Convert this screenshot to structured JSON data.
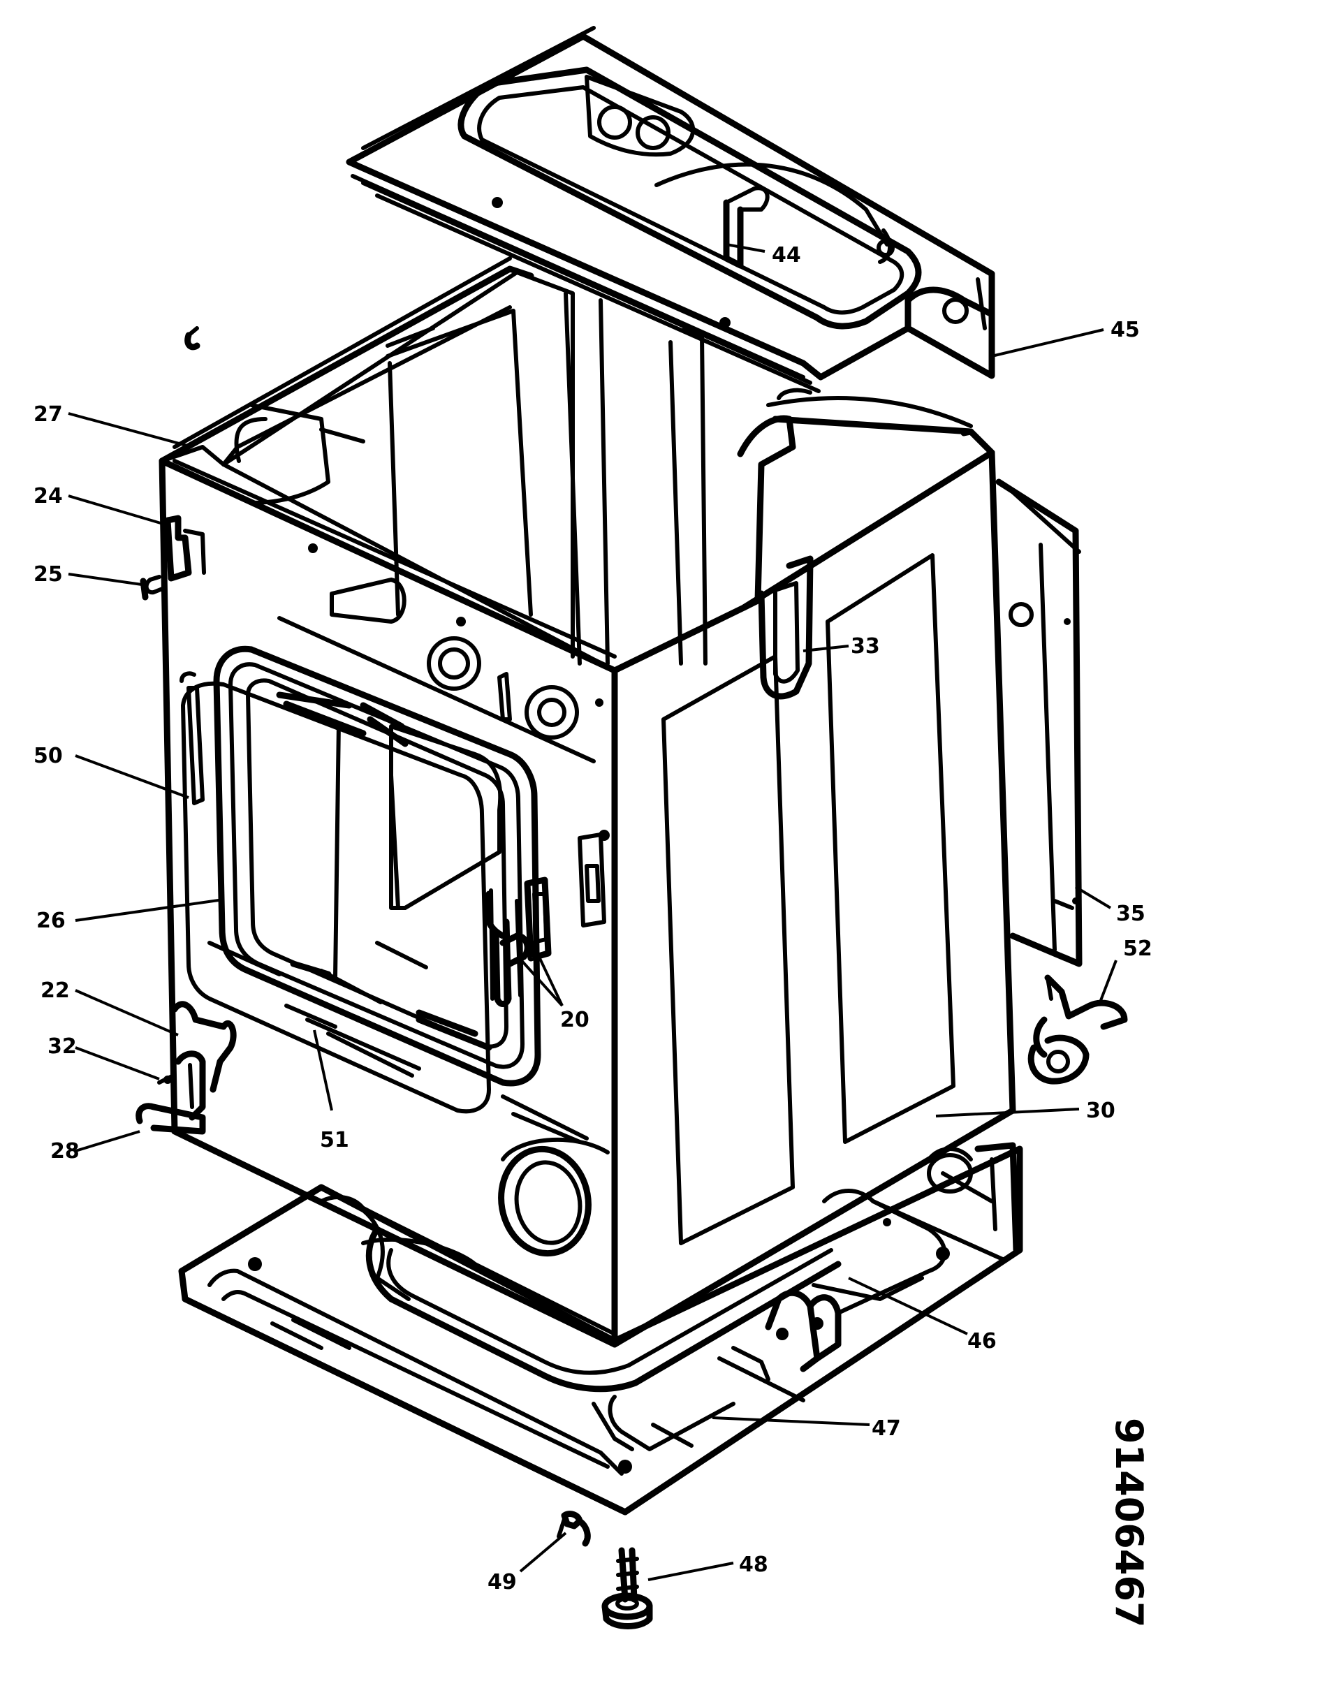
{
  "callouts": [
    {
      "id": "27",
      "label": "27"
    },
    {
      "id": "24",
      "label": "24"
    },
    {
      "id": "25",
      "label": "25"
    },
    {
      "id": "50",
      "label": "50"
    },
    {
      "id": "26",
      "label": "26"
    },
    {
      "id": "22",
      "label": "22"
    },
    {
      "id": "32",
      "label": "32"
    },
    {
      "id": "28",
      "label": "28"
    },
    {
      "id": "51",
      "label": "51"
    },
    {
      "id": "44",
      "label": "44"
    },
    {
      "id": "45",
      "label": "45"
    },
    {
      "id": "33",
      "label": "33"
    },
    {
      "id": "35",
      "label": "35"
    },
    {
      "id": "52",
      "label": "52"
    },
    {
      "id": "20",
      "label": "20"
    },
    {
      "id": "30",
      "label": "30"
    },
    {
      "id": "46",
      "label": "46"
    },
    {
      "id": "47",
      "label": "47"
    },
    {
      "id": "49",
      "label": "49"
    },
    {
      "id": "48",
      "label": "48"
    }
  ],
  "drawing_code": "91406467"
}
